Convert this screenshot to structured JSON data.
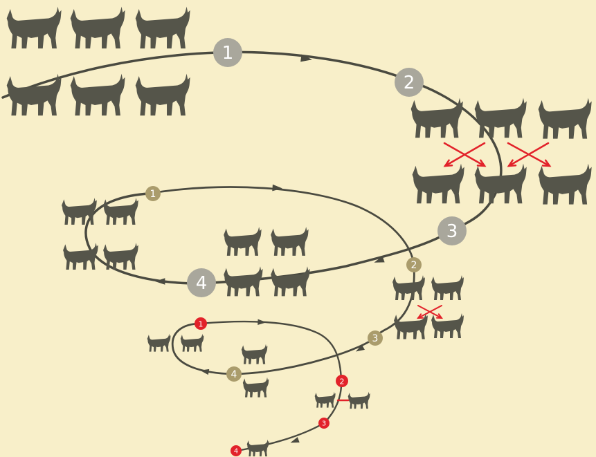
{
  "colors": {
    "background": "#f8efc9",
    "lynx": "#55554a",
    "path": "#4a4a40",
    "stage_marker_large": "#a9a79c",
    "stage_marker_medium": "#aa9c6c",
    "stage_marker_small": "#e2222a",
    "crossing": "#e2222a"
  },
  "markers": {
    "large": [
      "1",
      "2",
      "3",
      "4"
    ],
    "medium": [
      "1",
      "2",
      "3",
      "4"
    ],
    "small": [
      "1",
      "2",
      "3",
      "4"
    ]
  },
  "icons": {
    "lynx": "lynx-silhouette-icon",
    "arrow": "arrowhead-icon",
    "crossing": "crossed-arrows-icon",
    "barrier": "barrier-bar-icon"
  }
}
